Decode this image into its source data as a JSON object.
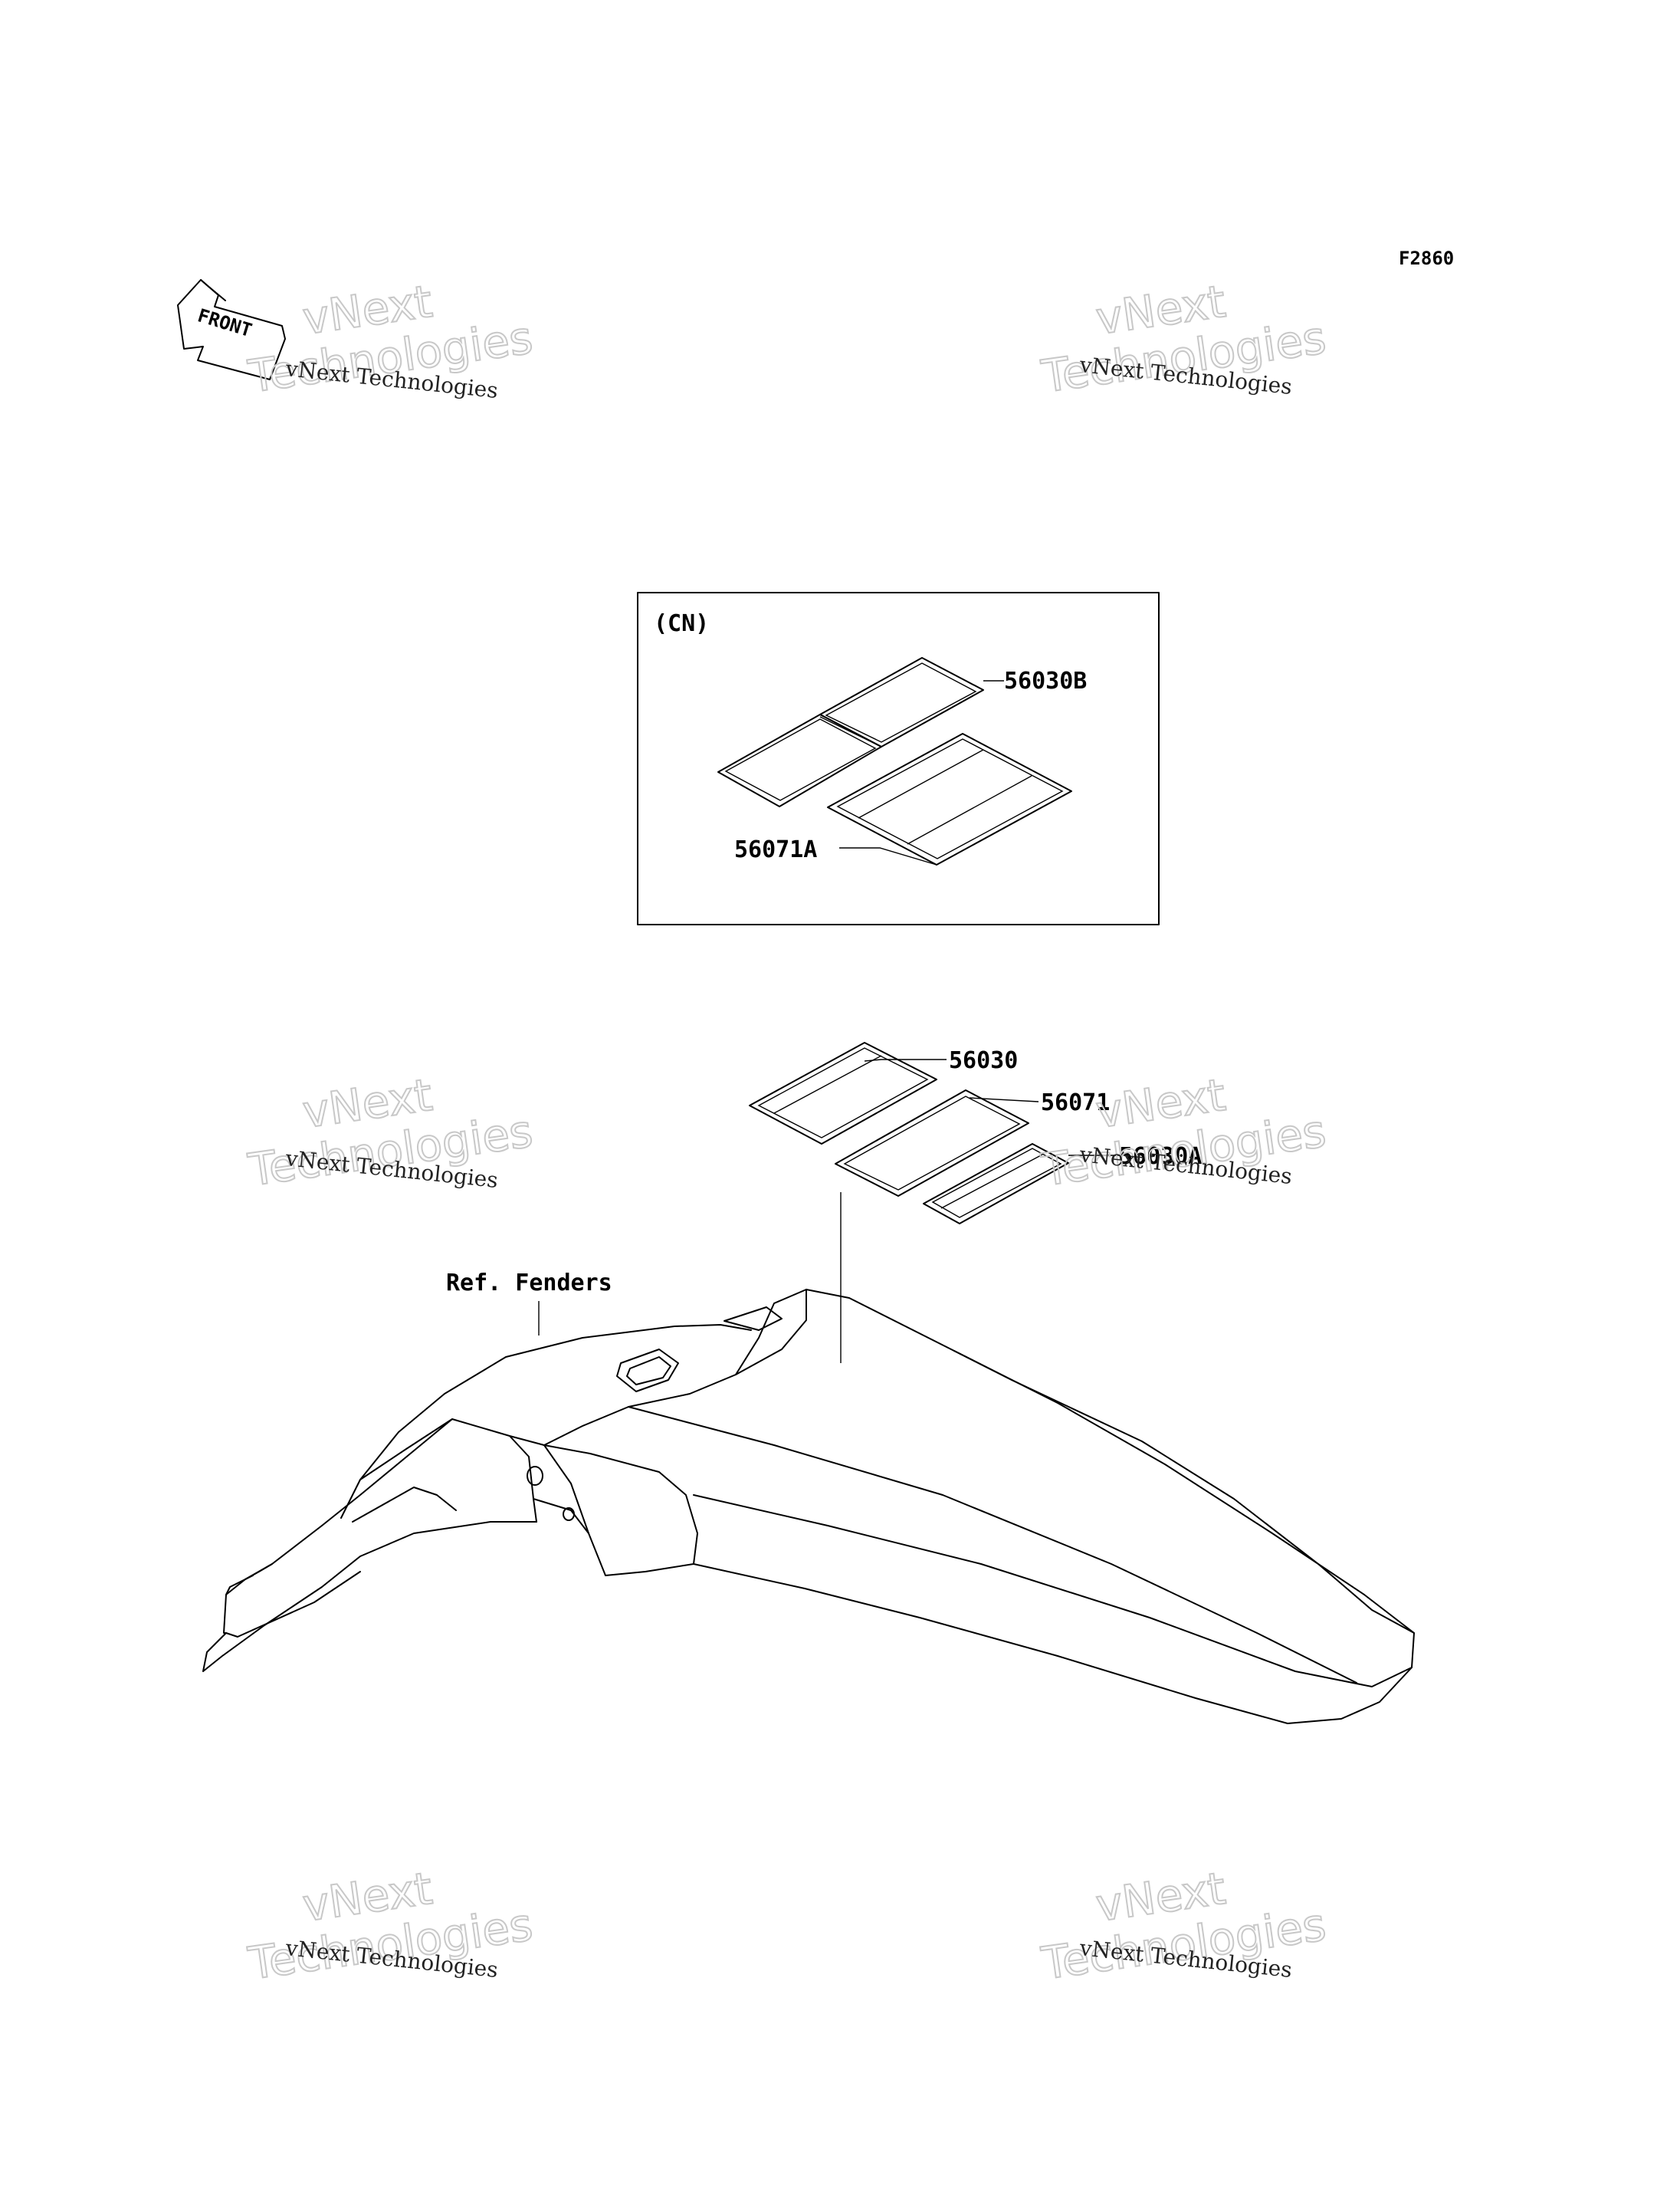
{
  "diagram_code": "F2860",
  "front_indicator": {
    "label": "FRONT"
  },
  "inset": {
    "title": "(CN)",
    "parts": [
      {
        "id": "part-56030B",
        "number": "56030B"
      },
      {
        "id": "part-56071A",
        "number": "56071A"
      }
    ]
  },
  "main": {
    "parts": [
      {
        "id": "part-56030",
        "number": "56030"
      },
      {
        "id": "part-56071",
        "number": "56071"
      },
      {
        "id": "part-56030A",
        "number": "56030A"
      }
    ],
    "reference": "Ref. Fenders"
  },
  "watermark": {
    "line1": "vNext Technologies",
    "big_line1": "vNext",
    "big_line2": "Technologies"
  }
}
